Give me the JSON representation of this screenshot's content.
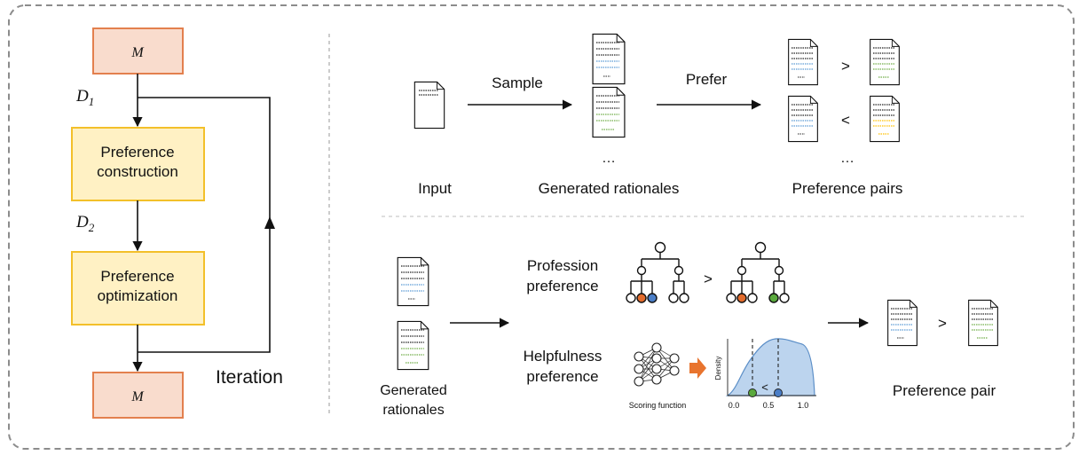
{
  "left": {
    "model_top": "M",
    "d1": "D",
    "d1_sub": "1",
    "step1_line1": "Preference",
    "step1_line2": "construction",
    "d2": "D",
    "d2_sub": "2",
    "step2_line1": "Preference",
    "step2_line2": "optimization",
    "model_bottom": "M",
    "iteration": "Iteration"
  },
  "top": {
    "sample": "Sample",
    "prefer": "Prefer",
    "input": "Input",
    "generated_rationales": "Generated rationales",
    "preference_pairs": "Preference pairs",
    "gt": ">",
    "lt": "<",
    "ellipsis": "…"
  },
  "bottom": {
    "generated_line1": "Generated",
    "generated_line2": "rationales",
    "profession_line1": "Profession",
    "profession_line2": "preference",
    "helpfulness_line1": "Helpfulness",
    "helpfulness_line2": "preference",
    "gt": ">",
    "lt": "<",
    "scoring_function": "Scoring function",
    "density": "Density",
    "tick_0": "0.0",
    "tick_05": "0.5",
    "tick_1": "1.0",
    "preference_pair": "Preference pair"
  },
  "colors": {
    "model_fill": "#f9dccd",
    "model_stroke": "#e3804e",
    "step_fill": "#fff1c4",
    "step_stroke": "#f3c02a",
    "blue_line": "#5b9bd5",
    "green_line": "#70ad47",
    "yellow_line": "#ffc000",
    "orange_node": "#e36c2d",
    "blue_node": "#4a7ec7",
    "green_node": "#5aa93d",
    "density_fill": "#bcd4ee",
    "density_stroke": "#5b8ec7",
    "arrow_orange": "#e8742e"
  }
}
